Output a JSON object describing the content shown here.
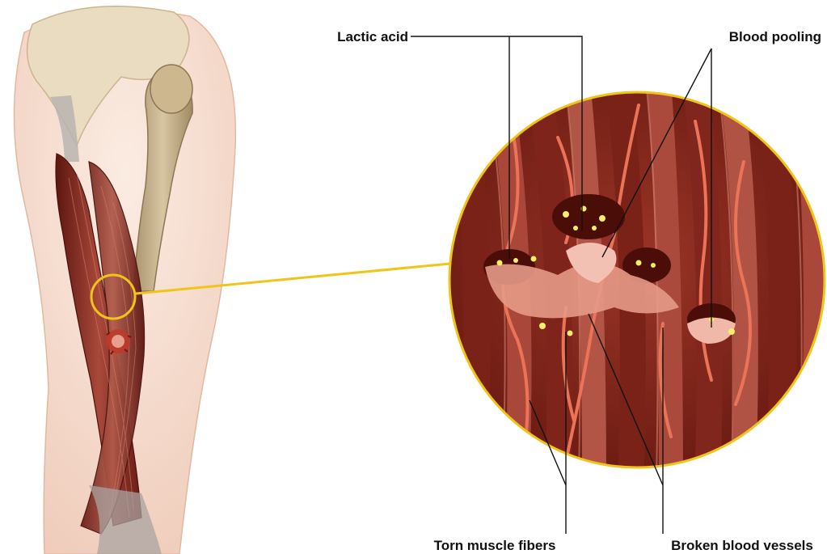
{
  "diagram": {
    "labels": {
      "lactic_acid": "Lactic acid",
      "blood_pooling": "Blood pooling",
      "torn_muscle_fibers": "Torn muscle fibers",
      "broken_blood_vessels": "Broken blood vessels"
    },
    "colors": {
      "highlight_ring": "#f0c419",
      "muscle": "#8e2b22",
      "muscle_dark": "#5e1610",
      "blood_vessel": "#e86a4f",
      "bone": "#c9b48c",
      "skin": "#f6dccd",
      "pooled_blood": "#f2b6a8",
      "lactic_acid_dots": "#f4ee6a",
      "leader_line": "#111111"
    },
    "icons": {
      "leg": "thigh-muscle-illustration",
      "magnifier": "magnified-muscle-circle",
      "injury_site": "muscle-tear-spot"
    }
  }
}
